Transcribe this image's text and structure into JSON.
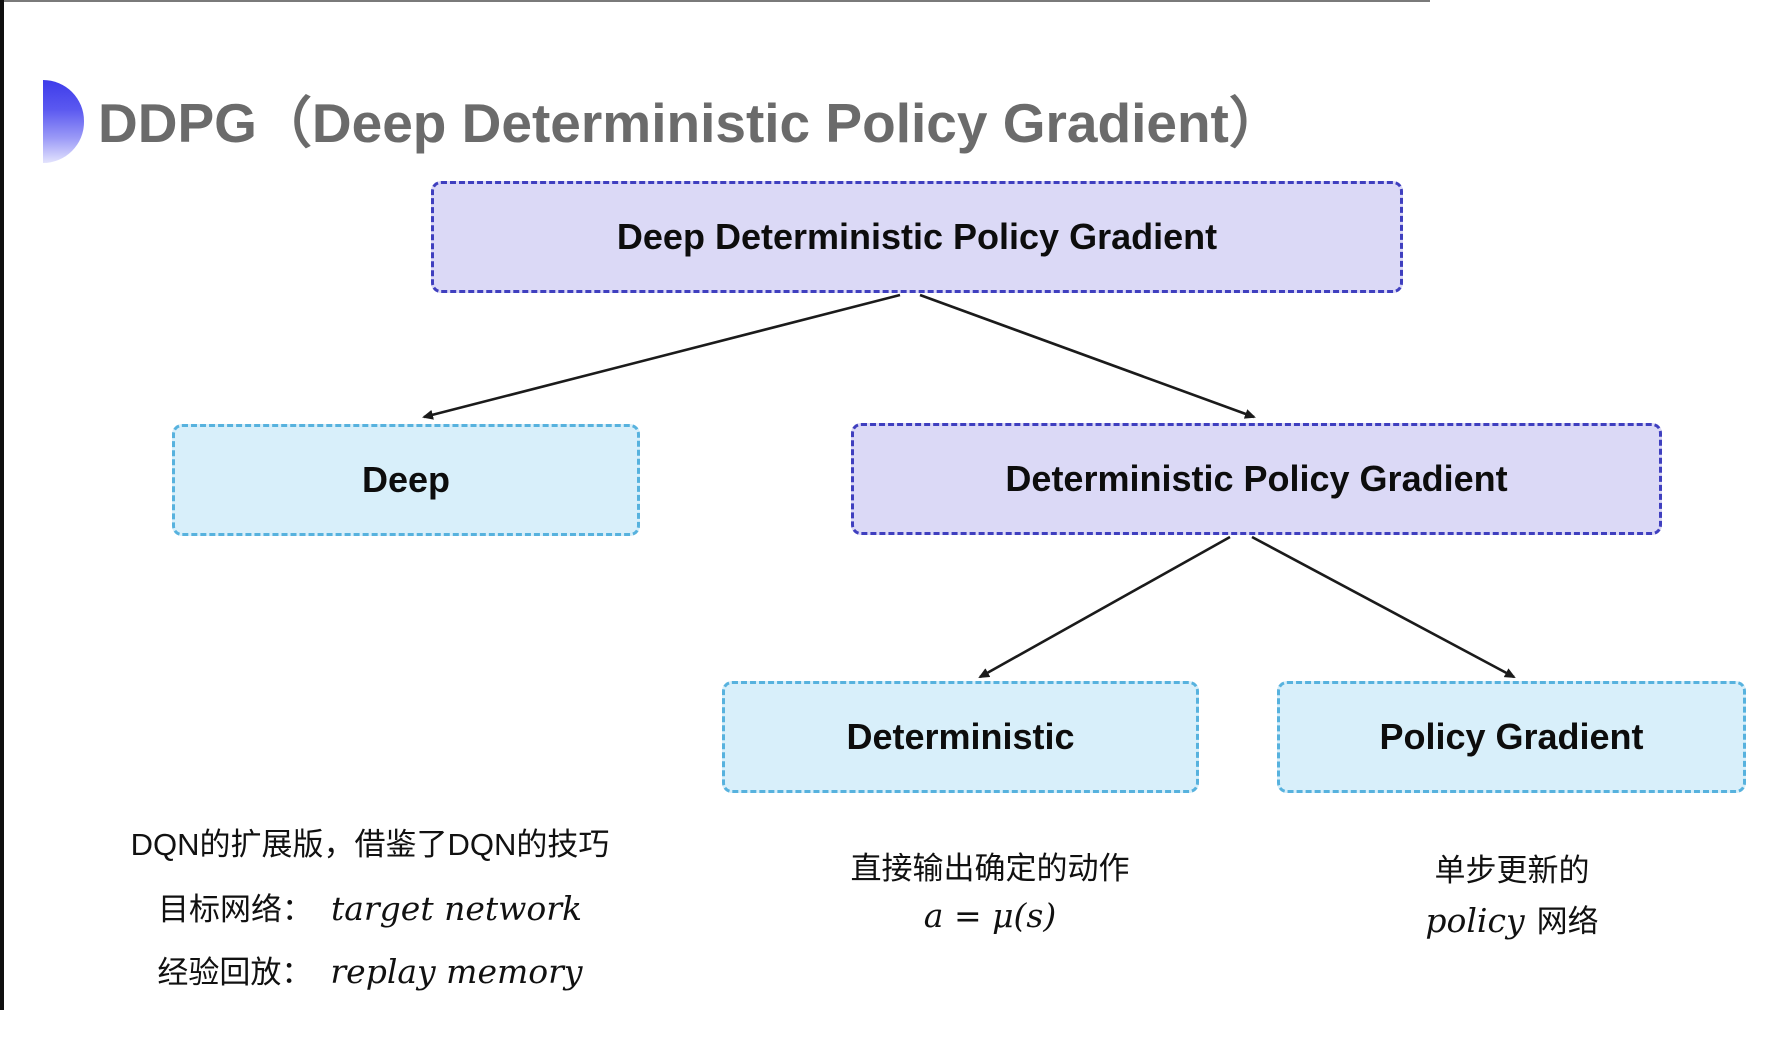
{
  "header": {
    "title": "DDPG（Deep Deterministic Policy Gradient）"
  },
  "colors": {
    "purple_fill": "#dbd9f6",
    "purple_border": "#3f3fbf",
    "cyan_fill": "#d8effa",
    "cyan_border": "#57b2de",
    "title_gray": "#6b6b6b",
    "arrow_black": "#1b1b1b",
    "bullet_blue": "#3d3bea"
  },
  "diagram": {
    "nodes": {
      "root": {
        "label": "Deep Deterministic Policy Gradient"
      },
      "deep": {
        "label": "Deep"
      },
      "dpg": {
        "label": "Deterministic Policy Gradient"
      },
      "deterministic": {
        "label": "Deterministic"
      },
      "policy_gradient": {
        "label": "Policy Gradient"
      }
    }
  },
  "annotations": {
    "deep_notes": {
      "line1": "DQN的扩展版，借鉴了DQN的技巧",
      "target_label": "目标网络：",
      "target_value": "target network",
      "replay_label": "经验回放：",
      "replay_value": "replay memory"
    },
    "deterministic_notes": {
      "line1": "直接输出确定的动作",
      "formula": "a = μ(s)"
    },
    "policy_gradient_notes": {
      "line1": "单步更新的",
      "word_italic": "policy",
      "word_rest": "网络"
    }
  }
}
